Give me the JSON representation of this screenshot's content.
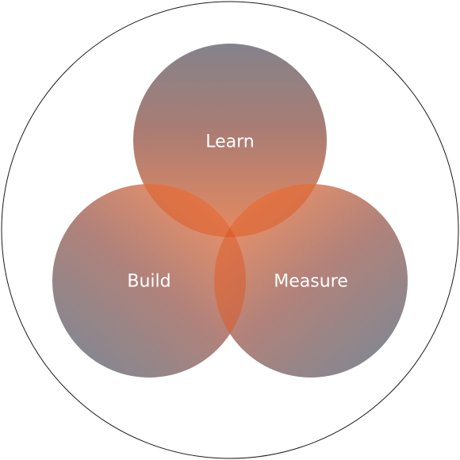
{
  "diagram": {
    "type": "venn",
    "circles": [
      {
        "key": "learn",
        "label": "Learn"
      },
      {
        "key": "build",
        "label": "Build"
      },
      {
        "key": "measure",
        "label": "Measure"
      }
    ],
    "colors": {
      "outline": "#1a1a1a",
      "circle_edge": "#84838b",
      "circle_glow": "#e8885a",
      "overlap": "#e0602a",
      "label": "#ffffff"
    }
  }
}
